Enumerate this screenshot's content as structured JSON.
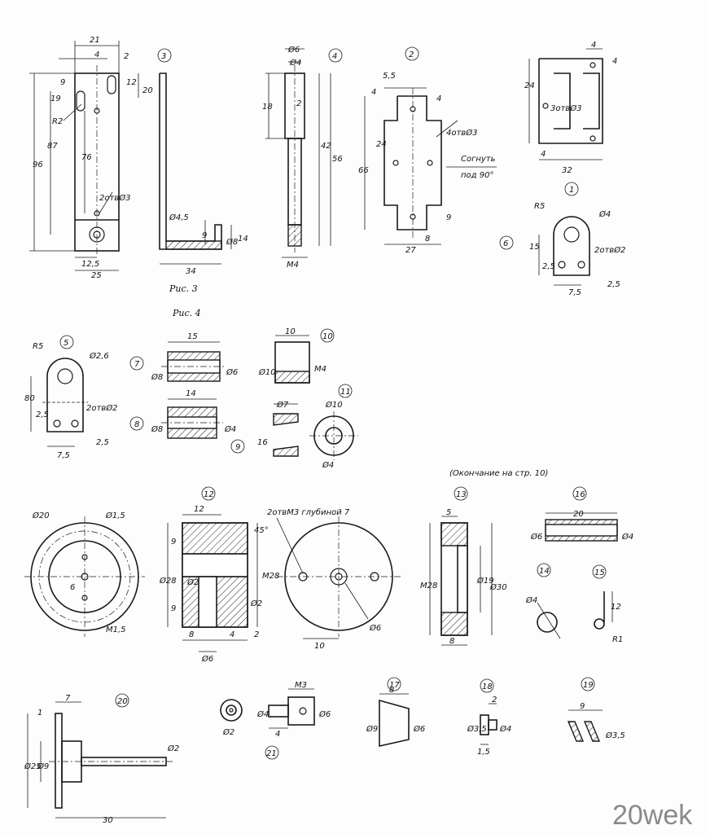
{
  "watermark": "20wek",
  "captions": {
    "fig3": "Рис. 3",
    "fig4": "Рис. 4"
  },
  "parts": {
    "p1": "1",
    "p2": "2",
    "p3": "3",
    "p4": "4",
    "p5": "5",
    "p6": "6",
    "p7": "7",
    "p8": "8",
    "p9": "9",
    "p10": "10",
    "p11": "11",
    "p12": "12",
    "p13": "13",
    "p14": "14",
    "p15": "15",
    "p16": "16",
    "p17": "17",
    "p18": "18",
    "p19": "19",
    "p20": "20",
    "p21": "21"
  },
  "notes": {
    "holes_2x3_a": "2отвØ3",
    "holes_4x3": "4отвØ3",
    "bend": "Согнуть",
    "bend2": "под 90°",
    "holes_3x3": "3отвØ3",
    "holes_2x2_a": "2отвØ2",
    "holes_2x2_b": "2отвØ2",
    "m3_depth": "2отвМ3 глубиной 7",
    "continued": "(Окончание на стр. 10)"
  },
  "dims": {
    "a21": "21",
    "a4": "4",
    "a2": "2",
    "a9": "9",
    "a12": "12",
    "a20": "20",
    "a19": "19",
    "a96": "96",
    "a87": "87",
    "a76": "76",
    "aR2": "R2",
    "a125": "12,5",
    "a25": "25",
    "b45": "Ø4,5",
    "b9": "9",
    "b8": "Ø8",
    "b14": "14",
    "b34": "34",
    "c6": "Ø6",
    "c4": "Ø4",
    "c18": "18",
    "c2": "2",
    "c42": "42",
    "c56": "56",
    "cM4": "M4",
    "d55": "5,5",
    "d4": "4",
    "d4b": "4",
    "d24": "24",
    "d66": "66",
    "d8": "8",
    "d9": "9",
    "d27": "27",
    "e4": "4",
    "e4b": "4",
    "e24": "24",
    "e4c": "4",
    "e32": "32",
    "fR5": "R5",
    "f4": "Ø4",
    "f15": "15",
    "f25": "2,5",
    "f75": "7,5",
    "f25b": "2,5",
    "gR5": "R5",
    "g26": "Ø2,6",
    "g80": "80",
    "g25": "2,5",
    "g75": "7,5",
    "g25b": "2,5",
    "h15": "15",
    "h8": "Ø8",
    "h6": "Ø6",
    "h14": "14",
    "h8b": "Ø8",
    "h4": "Ø4",
    "i10": "10",
    "i10d": "Ø10",
    "iM4": "M4",
    "j7": "Ø7",
    "j10": "Ø10",
    "j16": "16",
    "j4": "Ø4",
    "k20": "Ø20",
    "k15": "Ø1,5",
    "k6": "6",
    "kM15": "M1,5",
    "l12": "12",
    "l45": "45°",
    "l9": "9",
    "l28": "Ø28",
    "lM28": "M28",
    "l2": "Ø2",
    "l9b": "9",
    "l2b": "Ø2",
    "l8": "8",
    "l4": "4",
    "l2c": "2",
    "l6": "Ø6",
    "m6": "Ø6",
    "m10": "10",
    "n5": "5",
    "nM28": "M28",
    "n19": "Ø19",
    "n30": "Ø30",
    "n8": "8",
    "o20": "20",
    "o6": "Ø6",
    "o4": "Ø4",
    "q4": "Ø4",
    "r12": "12",
    "rR1": "R1",
    "s7": "7",
    "s1": "1",
    "s25": "Ø25",
    "s9": "Ø9",
    "s2": "Ø2",
    "s30": "30",
    "t2": "Ø2",
    "tM3": "M3",
    "t4": "Ø4",
    "t6": "Ø6",
    "t4b": "4",
    "u8": "8",
    "u9": "Ø9",
    "u6": "Ø6",
    "v2": "2",
    "v35": "Ø3,5",
    "v4": "Ø4",
    "v15": "1,5",
    "w9": "9",
    "w35": "Ø3,5"
  }
}
